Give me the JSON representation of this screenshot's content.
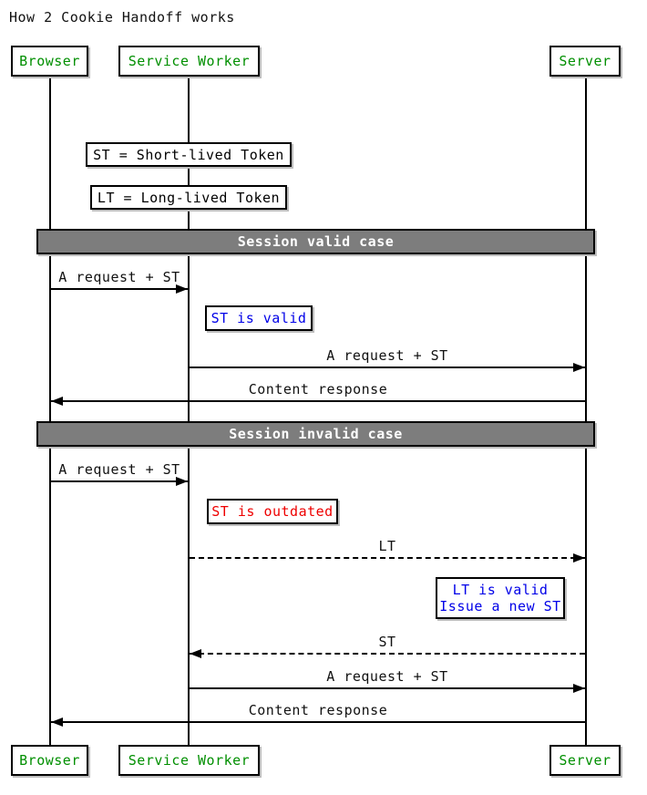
{
  "title": "How 2 Cookie Handoff works",
  "participants": {
    "browser": "Browser",
    "service_worker": "Service Worker",
    "server": "Server"
  },
  "legend": {
    "st": "ST = Short-lived Token",
    "lt": "LT = Long-lived Token"
  },
  "sections": {
    "valid": "Session valid case",
    "invalid": "Session invalid case"
  },
  "messages": {
    "m1": "A request + ST",
    "m2": "A request + ST",
    "m3": "Content response",
    "m4": "A request + ST",
    "m5": "LT",
    "m6": "ST",
    "m7": "A request + ST",
    "m8": "Content response"
  },
  "notes": {
    "st_valid": "ST is valid",
    "st_outdated": "ST is outdated",
    "lt_valid_line1": "LT is valid",
    "lt_valid_line2": "Issue a new ST"
  },
  "colors": {
    "participant_text": "#008f00",
    "note_blue": "#0000e8",
    "note_red": "#ee0000",
    "bar_bg": "#7d7d7d",
    "bar_text": "#ffffff"
  }
}
